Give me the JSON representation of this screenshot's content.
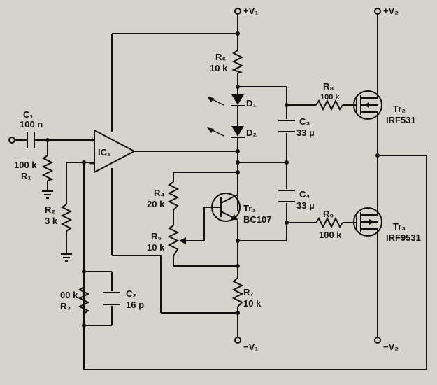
{
  "supplies": {
    "pos_v1": "+V₁",
    "neg_v1": "−V₁",
    "pos_v2": "+V₂",
    "neg_v2": "−V₂"
  },
  "components": {
    "c1": {
      "ref": "C₁",
      "value": "100 n"
    },
    "r1": {
      "ref": "R₁",
      "value": "100 k"
    },
    "ic1": {
      "ref": "IC₁",
      "plus": "+",
      "minus": "−"
    },
    "r2": {
      "ref": "R₂",
      "value": "3 k"
    },
    "r3": {
      "ref": "R₃",
      "value": "00 k"
    },
    "c2": {
      "ref": "C₂",
      "value": "16 p"
    },
    "r6": {
      "ref": "R₆",
      "value": "10 k"
    },
    "d1": {
      "ref": "D₁"
    },
    "d2": {
      "ref": "D₂"
    },
    "c3": {
      "ref": "C₃",
      "value": "33 µ"
    },
    "c4": {
      "ref": "C₄",
      "value": "33 µ"
    },
    "r8": {
      "ref": "R₈",
      "value": "100 k"
    },
    "r9": {
      "ref": "R₉",
      "value": "100 k"
    },
    "r4": {
      "ref": "R₄",
      "value": "20 k"
    },
    "r5": {
      "ref": "R₅",
      "value": "10 k"
    },
    "r7": {
      "ref": "R₇",
      "value": "10 k"
    },
    "tr1": {
      "ref": "Tr₁",
      "value": "BC107"
    },
    "tr2": {
      "ref": "Tr₂",
      "value": "IRF531"
    },
    "tr3": {
      "ref": "Tr₃",
      "value": "IRF9531"
    }
  },
  "colors": {
    "ink": "#111111",
    "paper": "#d6d3cd"
  }
}
